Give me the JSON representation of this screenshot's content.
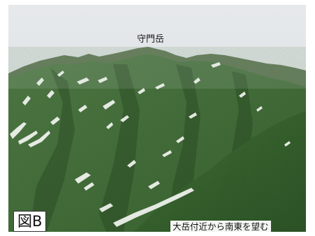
{
  "photo": {
    "peak_label": "守門岳",
    "figure_label": "図B",
    "caption": "大岳付近から南東を望む",
    "colors": {
      "sky": "#dfe3e6",
      "ridge_far": "#4f6b45",
      "slope_mid": "#3f6a35",
      "slope_near": "#2f5a27",
      "snow": "#f4f6f2"
    }
  }
}
